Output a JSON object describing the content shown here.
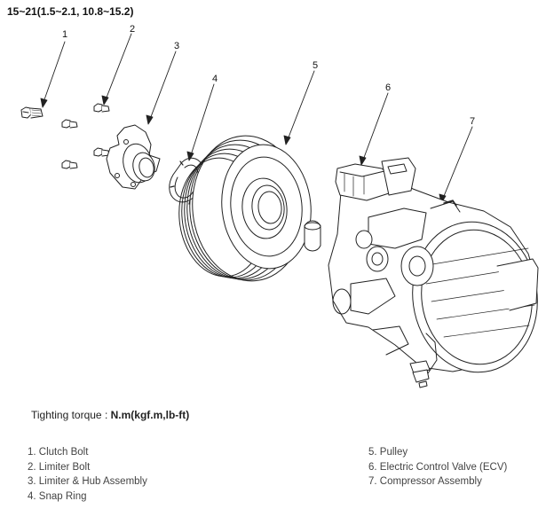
{
  "torque_spec": "15~21(1.5~2.1, 10.8~15.2)",
  "callouts": [
    "1",
    "2",
    "3",
    "4",
    "5",
    "6",
    "7"
  ],
  "torque_note": {
    "label": "Tighting torque : ",
    "units": "N.m(kgf.m,lb-ft)"
  },
  "legend_left": [
    "1. Clutch Bolt",
    "2. Limiter Bolt",
    "3. Limiter & Hub Assembly",
    "4. Snap Ring"
  ],
  "legend_right": [
    "5. Pulley",
    "6. Electric Control Valve (ECV)",
    "7. Compressor Assembly"
  ]
}
